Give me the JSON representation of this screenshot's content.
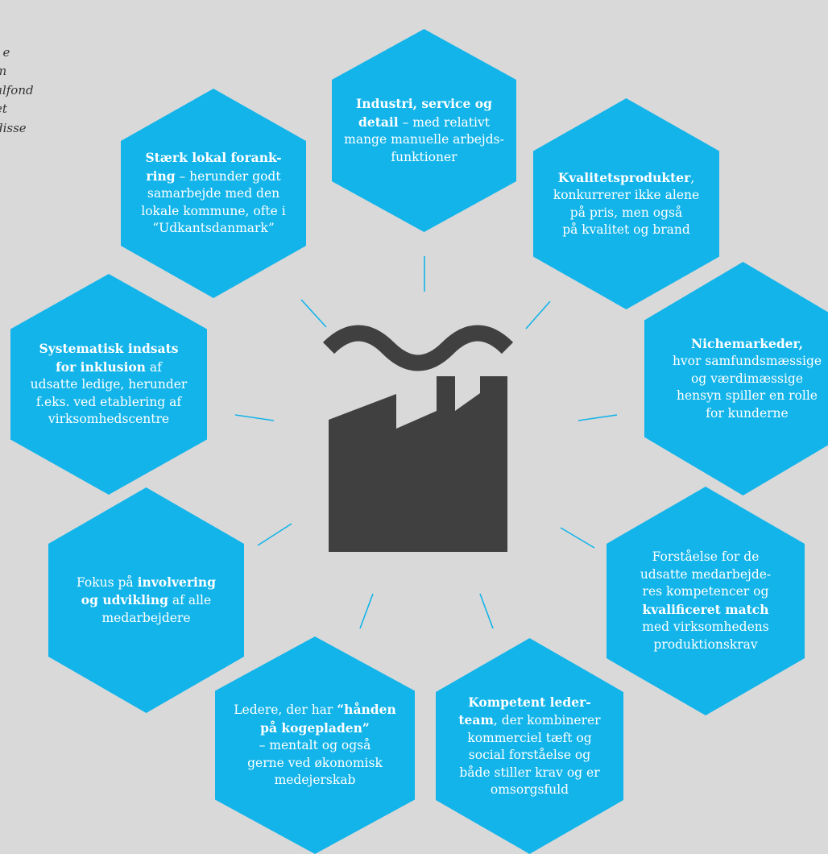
{
  "colors": {
    "background": "#d9d9d9",
    "hexagon": "#12b4ea",
    "factory": "#404040",
    "connector": "#12b4ea",
    "intro_text": "#333333"
  },
  "intro": {
    "lines": [
      "e",
      "m",
      "alfond",
      "et",
      "disse"
    ]
  },
  "center_icon": "factory-icon",
  "hexagons": [
    {
      "id": "industri",
      "parts": [
        {
          "text": "Industri, service og\ndetail",
          "bold": true
        },
        {
          "text": " – med relativt\nmange manuelle arbejds-\nfunktioner",
          "bold": false
        }
      ]
    },
    {
      "id": "kvalitet",
      "parts": [
        {
          "text": "Kvalitetsprodukter",
          "bold": true
        },
        {
          "text": ",\nkonkurrerer ikke alene\npå pris, men også\npå kvalitet og brand",
          "bold": false
        }
      ]
    },
    {
      "id": "niche",
      "parts": [
        {
          "text": "Nichemarkeder,",
          "bold": true
        },
        {
          "text": "\nhvor samfundsmæssige\nog værdimæssige\nhensyn spiller en rolle\nfor kunderne",
          "bold": false
        }
      ]
    },
    {
      "id": "forstaaelse",
      "parts": [
        {
          "text": "Forståelse for de\nudsatte medarbejde-\nres kompetencer og\n",
          "bold": false
        },
        {
          "text": "kvalificeret match",
          "bold": true
        },
        {
          "text": "\nmed virksomhedens\nproduktionskrav",
          "bold": false
        }
      ]
    },
    {
      "id": "kompetent",
      "parts": [
        {
          "text": "Kompetent leder-\nteam",
          "bold": true
        },
        {
          "text": ", der kombinerer\nkommerciel tæft og\nsocial forståelse og\nbåde stiller krav og er\nomsorgsfuld",
          "bold": false
        }
      ]
    },
    {
      "id": "ledere",
      "parts": [
        {
          "text": "Ledere, der har ",
          "bold": false
        },
        {
          "text": "“hånden\npå kogepladen”",
          "bold": true
        },
        {
          "text": "\n– mentalt og også\ngerne ved økonomisk\nmedejerskab",
          "bold": false
        }
      ]
    },
    {
      "id": "fokus",
      "parts": [
        {
          "text": "Fokus på ",
          "bold": false
        },
        {
          "text": "involvering\nog udvikling",
          "bold": true
        },
        {
          "text": " af alle\nmedarbejdere",
          "bold": false
        }
      ]
    },
    {
      "id": "systematisk",
      "parts": [
        {
          "text": "Systematisk indsats\nfor inklusion",
          "bold": true
        },
        {
          "text": " af\nudsatte ledige, herunder\nf.eks. ved etablering af\nvirksomhedscentre",
          "bold": false
        }
      ]
    },
    {
      "id": "lokal",
      "parts": [
        {
          "text": "Stærk lokal forank-\nring",
          "bold": true
        },
        {
          "text": " – herunder godt\nsamarbejde med den\nlokale kommune, ofte i\n“Udkantsdanmark”",
          "bold": false
        }
      ]
    }
  ]
}
